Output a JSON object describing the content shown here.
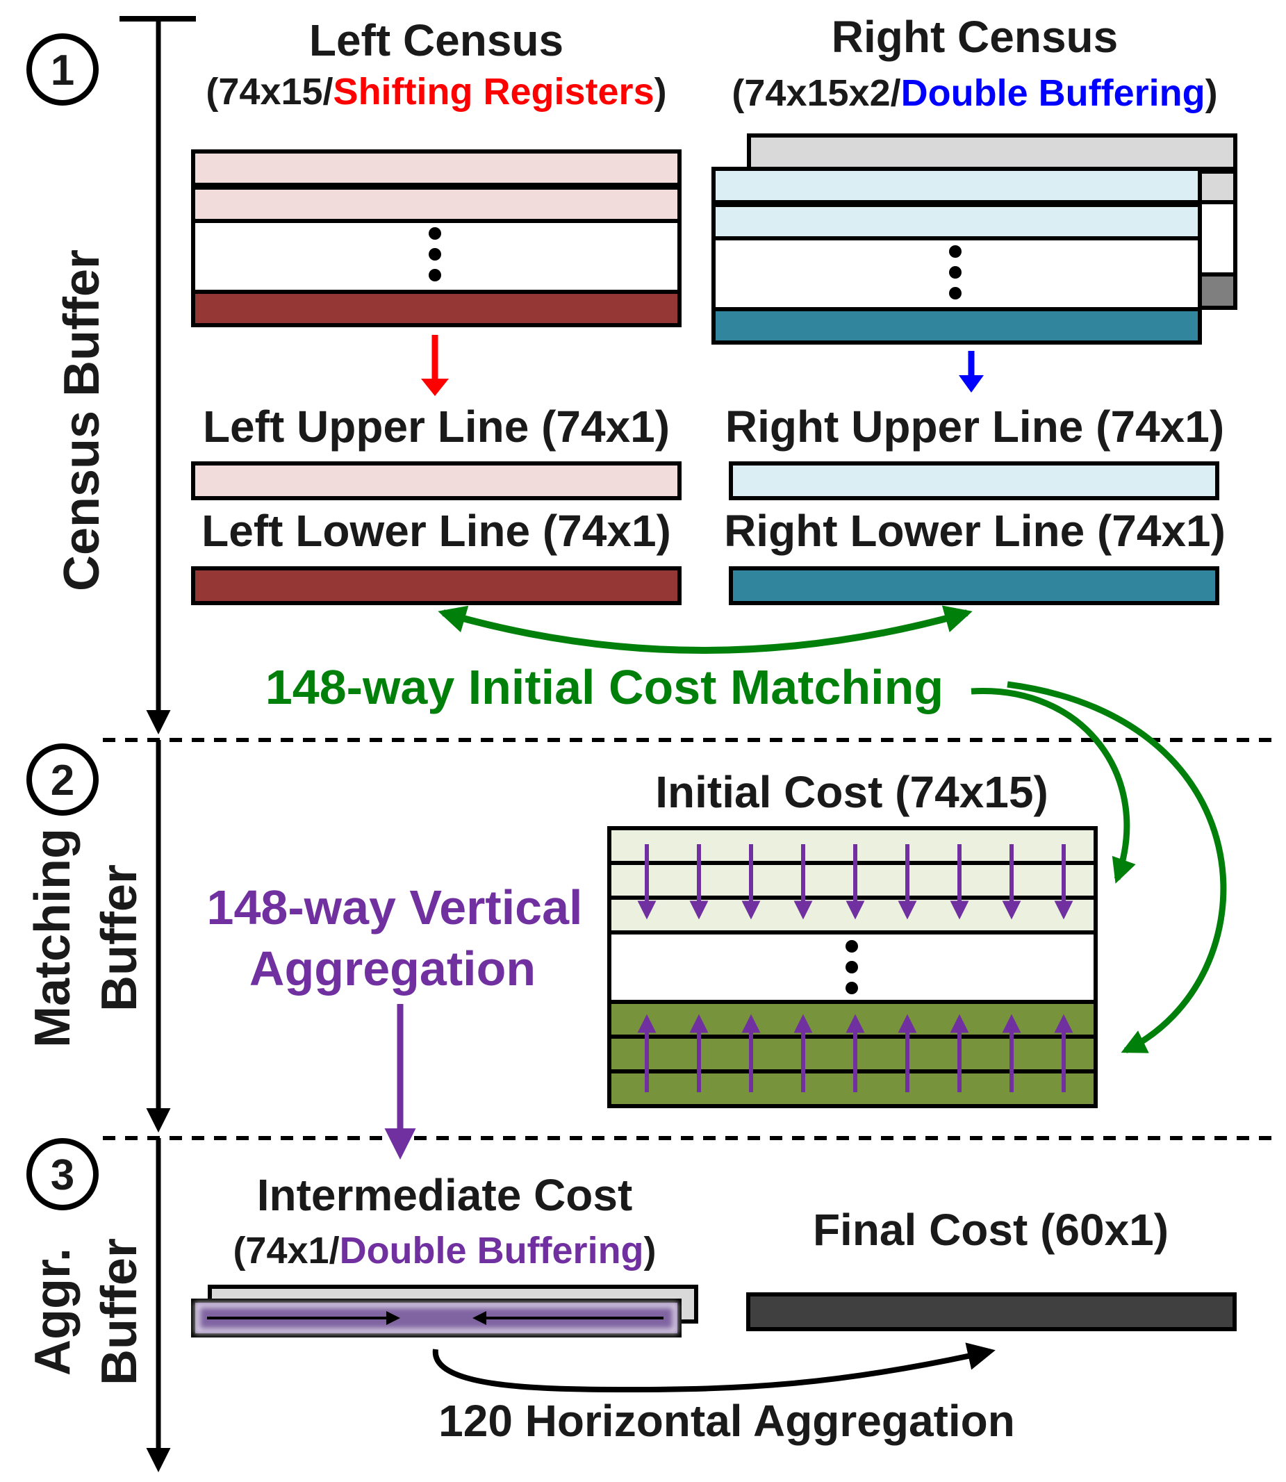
{
  "stages": [
    {
      "number": "1",
      "label_lines": [
        "Census Buffer"
      ]
    },
    {
      "number": "2",
      "label_lines": [
        "Matching",
        "Buffer"
      ]
    },
    {
      "number": "3",
      "label_lines": [
        "Aggr.",
        "Buffer"
      ]
    }
  ],
  "left_census": {
    "title": "Left Census",
    "size_prefix": "(74x15/",
    "method": "Shifting Registers",
    "size_suffix": ")"
  },
  "right_census": {
    "title": "Right Census",
    "size_prefix": "(74x15x2/",
    "method": "Double Buffering",
    "size_suffix": ")"
  },
  "lines": {
    "left_upper": "Left Upper Line (74x1)",
    "left_lower": "Left Lower Line (74x1)",
    "right_upper": "Right Upper Line (74x1)",
    "right_lower": "Right Lower Line (74x1)"
  },
  "matching_label": "148-way Initial Cost Matching",
  "initial_cost_label": "Initial Cost (74x15)",
  "vertical_aggregation": [
    "148-way Vertical",
    "Aggregation"
  ],
  "intermediate_cost": {
    "title": "Intermediate Cost",
    "size_prefix": "(74x1/",
    "method": "Double Buffering",
    "size_suffix": ")"
  },
  "final_cost_label": "Final Cost (60x1)",
  "horizontal_aggregation_label": "120 Horizontal Aggregation",
  "colors": {
    "left_light": "#f2dcdb",
    "left_dark": "#953735",
    "right_light": "#dbeef4",
    "right_dark": "#31859c",
    "gray_back": "#d9d9d9",
    "gray_dark": "#7f7f7f",
    "red": "#ff0000",
    "blue": "#0000ff",
    "green": "#00800a",
    "purple": "#7030a0",
    "cost_light": "#ebf1de",
    "cost_dark": "#77933c",
    "inter_cost": "#8064a2",
    "final_cost": "#404040"
  }
}
